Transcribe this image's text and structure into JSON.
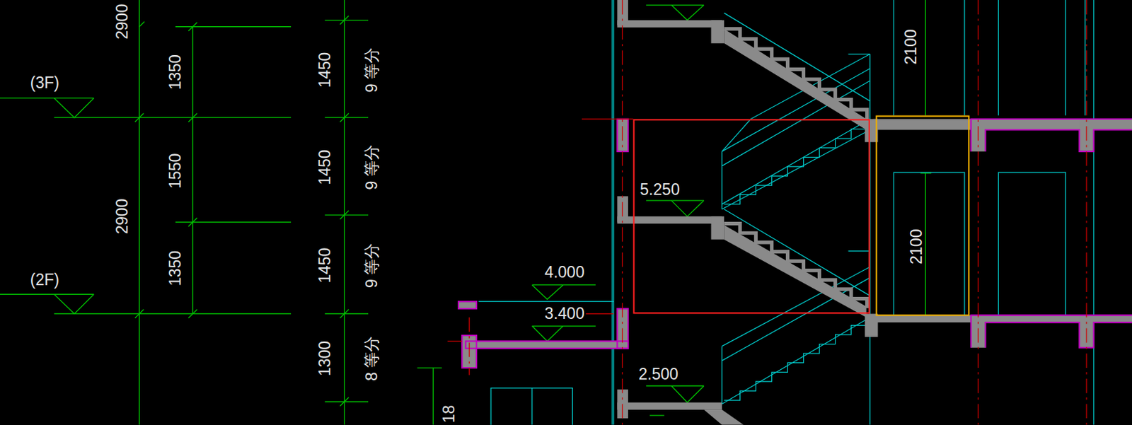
{
  "diagram": {
    "nodes": [
      {
        "text": [
          "5.250"
        ]
      },
      {
        "text": [
          "2100"
        ]
      }
    ],
    "labels": [
      "2900",
      "(3F)",
      "1350",
      "1450",
      "9 等分",
      "2900",
      "1550",
      "1450",
      "9 等分",
      "1350",
      "(2F)",
      "1450",
      "9 等分",
      "4.000",
      "3.400",
      "1300",
      "8 等分",
      "2.500",
      "2100",
      "18"
    ]
  }
}
